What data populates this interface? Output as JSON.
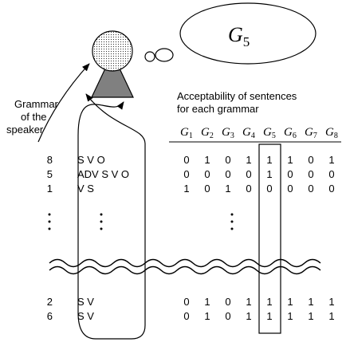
{
  "thought_bubble": {
    "grammar_symbol": "G",
    "grammar_subscript": "5"
  },
  "speaker_label": [
    "Grammar",
    "of the",
    "speaker"
  ],
  "table_caption": [
    "Acceptability of sentences",
    "for each grammar"
  ],
  "grammar_headers": [
    {
      "base": "G",
      "sub": "1"
    },
    {
      "base": "G",
      "sub": "2"
    },
    {
      "base": "G",
      "sub": "3"
    },
    {
      "base": "G",
      "sub": "4"
    },
    {
      "base": "G",
      "sub": "5"
    },
    {
      "base": "G",
      "sub": "6"
    },
    {
      "base": "G",
      "sub": "7"
    },
    {
      "base": "G",
      "sub": "8"
    }
  ],
  "highlighted_column_index": 4,
  "rows_top": [
    {
      "count": "8",
      "sentence": "S V O",
      "values": [
        "0",
        "1",
        "0",
        "1",
        "1",
        "1",
        "0",
        "1"
      ]
    },
    {
      "count": "5",
      "sentence": "ADV S V O",
      "values": [
        "0",
        "0",
        "0",
        "0",
        "1",
        "0",
        "0",
        "0"
      ]
    },
    {
      "count": "1",
      "sentence": "V S",
      "values": [
        "1",
        "0",
        "1",
        "0",
        "0",
        "0",
        "0",
        "0"
      ]
    }
  ],
  "rows_bottom": [
    {
      "count": "2",
      "sentence": "S V",
      "values": [
        "0",
        "1",
        "0",
        "1",
        "1",
        "1",
        "1",
        "1"
      ]
    },
    {
      "count": "6",
      "sentence": "S V",
      "values": [
        "0",
        "1",
        "0",
        "1",
        "1",
        "1",
        "1",
        "1"
      ]
    }
  ]
}
